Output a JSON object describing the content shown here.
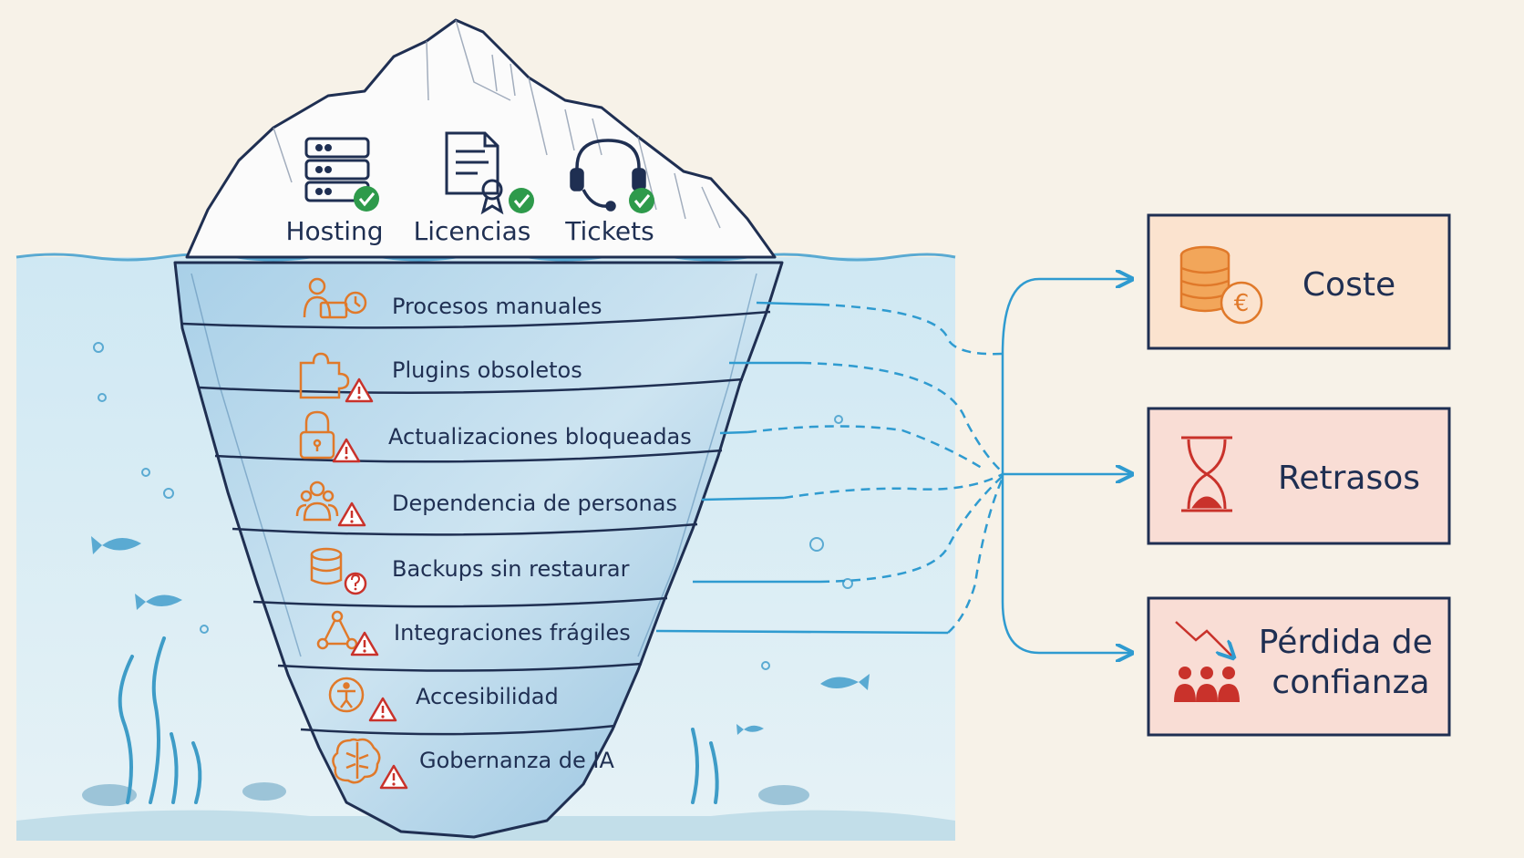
{
  "tip": {
    "items": [
      {
        "label": "Hosting",
        "icon": "server-icon",
        "status": "check"
      },
      {
        "label": "Licencias",
        "icon": "certificate-icon",
        "status": "check"
      },
      {
        "label": "Tickets",
        "icon": "headset-icon",
        "status": "check"
      }
    ]
  },
  "layers": [
    {
      "label": "Procesos manuales",
      "icon": "person-laptop-clock-icon"
    },
    {
      "label": "Plugins obsoletos",
      "icon": "puzzle-warning-icon"
    },
    {
      "label": "Actualizaciones bloqueadas",
      "icon": "padlock-warning-icon"
    },
    {
      "label": "Dependencia de personas",
      "icon": "people-warning-icon"
    },
    {
      "label": "Backups sin restaurar",
      "icon": "database-question-icon"
    },
    {
      "label": "Integraciones frágiles",
      "icon": "network-warning-icon"
    },
    {
      "label": "Accesibilidad",
      "icon": "accessibility-warning-icon"
    },
    {
      "label": "Gobernanza de IA",
      "icon": "brain-warning-icon"
    }
  ],
  "outcomes": [
    {
      "label": "Coste",
      "icon": "coins-euro-icon",
      "fill": "#fbe3cf"
    },
    {
      "label": "Retrasos",
      "icon": "hourglass-icon",
      "fill": "#f9ddd5"
    },
    {
      "label": "Pérdida de confianza",
      "label_lines": [
        "Pérdida de",
        "confianza"
      ],
      "icon": "trend-down-people-icon",
      "fill": "#f9ddd5"
    }
  ],
  "colors": {
    "ink": "#1f2f52",
    "water": "#5aaad2",
    "arrow": "#2f9bd0",
    "orange": "#e0792a",
    "red": "#c9322b",
    "green": "#2e9a4b"
  }
}
